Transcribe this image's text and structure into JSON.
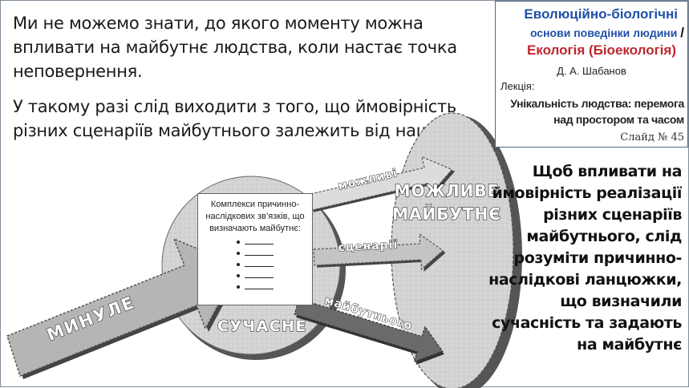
{
  "intro": {
    "p1": "Ми не можемо знати,  до якого моменту можна впливати на майбутнє людства, коли настає точка неповернення.",
    "p2": "У такому разі слід виходити з того, що ймовірність різних сценаріїв майбутнього залежить від наших дій."
  },
  "infobox": {
    "title1": "Еволюційно-біологічні",
    "title2": "основи поведінки людини",
    "slash": "/",
    "title3": "Екологія (Біоекологія)",
    "author": "Д. А. Шабанов",
    "lecture_label": "Лекція:",
    "topic": "Унікальність людства: перемога над простором та часом",
    "slide_number": "Слайд № 45"
  },
  "diagram": {
    "past_label": "МИНУЛЕ",
    "present_label": "СУЧАСНЕ",
    "future_line1": "МОЖЛИВЕ",
    "future_line2": "МАЙБУТНЄ",
    "arrow1_label": "можливі",
    "arrow2_label": "сценарії",
    "arrow3_label": "майбутнього",
    "card_text": "Комплекси причинно-наслідкових зв’язків, що визначають майбутнє:",
    "card_bullets": [
      "",
      "",
      "",
      "",
      ""
    ]
  },
  "right_note": "Щоб впливати на ймовірність реалізації різних сценаріїв майбутнього, слід розуміти причинно-наслідкові ланцюжки, що визначили сучасність та задають на майбутнє",
  "colors": {
    "title_blue": "#1f4fa8",
    "title_red": "#c0262d",
    "arrow_gray": "#b8b8b8",
    "arrow_dark": "#666666",
    "circle_gray": "#d4d4d4"
  }
}
